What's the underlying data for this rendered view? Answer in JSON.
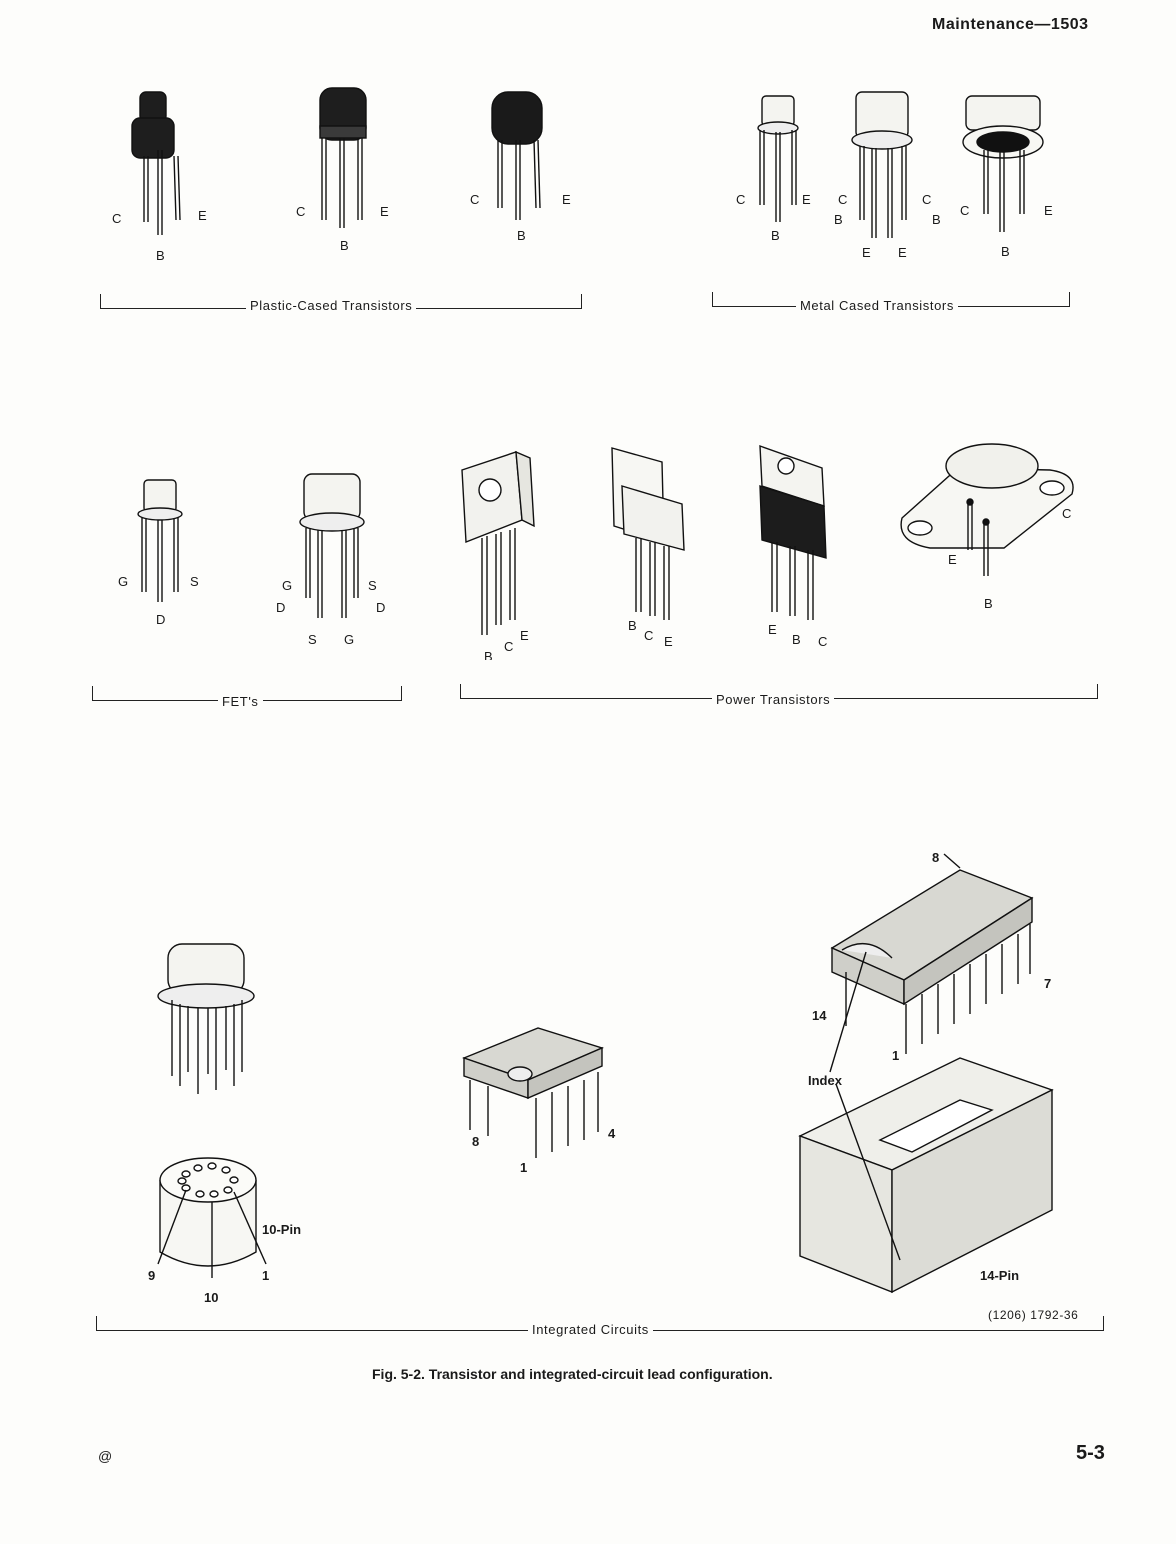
{
  "header": {
    "running_head": "Maintenance—1503"
  },
  "groups": {
    "plastic": "Plastic-Cased   Transistors",
    "metal": "Metal Cased Transistors",
    "fets": "FET's",
    "power": "Power  Transistors",
    "ics": "Integrated  Circuits"
  },
  "leads": {
    "p1": {
      "c": "C",
      "e": "E",
      "b": "B"
    },
    "p2": {
      "c": "C",
      "e": "E",
      "b": "B"
    },
    "p3": {
      "c": "C",
      "e": "E",
      "b": "B"
    },
    "m1": {
      "c": "C",
      "e": "E",
      "b": "B"
    },
    "m2": {
      "c1": "C",
      "c2": "C",
      "b1": "B",
      "b2": "B",
      "e1": "E",
      "e2": "E"
    },
    "m3": {
      "c": "C",
      "e": "E",
      "b": "B"
    },
    "f1": {
      "g": "G",
      "s": "S",
      "d": "D"
    },
    "f2": {
      "g": "G",
      "s1": "S",
      "d1": "D",
      "d2": "D",
      "s2": "S",
      "g2": "G"
    },
    "pw1": {
      "b": "B",
      "c": "C",
      "e": "E"
    },
    "pw2": {
      "b": "B",
      "c": "C",
      "e": "E"
    },
    "pw3": {
      "e": "E",
      "b": "B",
      "c": "C"
    },
    "pw4": {
      "c": "C",
      "e": "E",
      "b": "B"
    }
  },
  "ic": {
    "can_label": "10-Pin",
    "can_pin_9": "9",
    "can_pin_10": "10",
    "can_pin_1": "1",
    "dip8_pin_8": "8",
    "dip8_pin_1": "1",
    "dip8_pin_4": "4",
    "dip14_pin_8": "8",
    "dip14_pin_7": "7",
    "dip14_pin_14": "14",
    "dip14_pin_1": "1",
    "index": "Index",
    "socket_label": "14-Pin"
  },
  "figure_code": "(1206) 1792-36",
  "caption": "Fig. 5-2. Transistor and integrated-circuit lead configuration.",
  "footer": {
    "symbol": "@",
    "page_number": "5-3"
  }
}
